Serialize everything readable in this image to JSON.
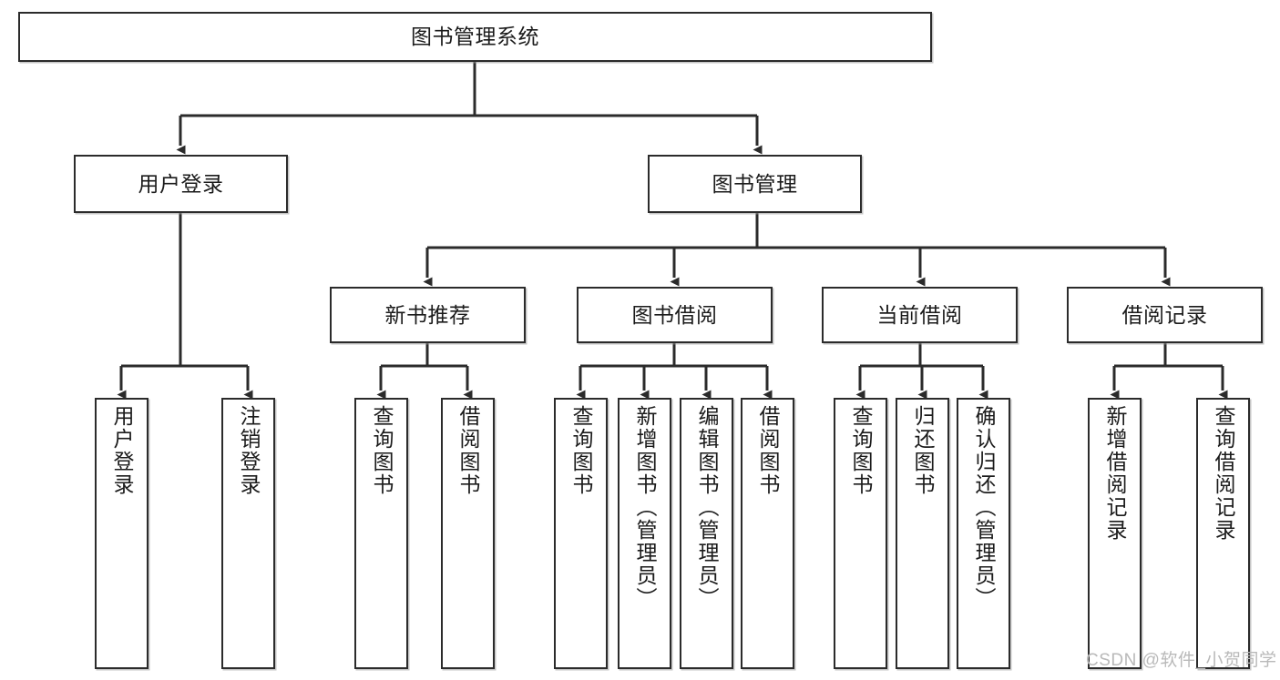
{
  "diagram": {
    "type": "tree-hierarchy",
    "title": "图书管理系统",
    "watermark": "CSDN @软件_小贺同学",
    "colors": {
      "border": "#2b2b2b",
      "background": "#ffffff",
      "text": "#1b1b1b",
      "watermark": "#b9b9b9"
    },
    "levels": {
      "root": {
        "label": "图书管理系统"
      },
      "level2": [
        {
          "label": "用户登录"
        },
        {
          "label": "图书管理"
        }
      ],
      "level3": [
        {
          "label": "新书推荐"
        },
        {
          "label": "图书借阅"
        },
        {
          "label": "当前借阅"
        },
        {
          "label": "借阅记录"
        }
      ],
      "leaves": [
        {
          "label": "用户登录",
          "parent": "用户登录"
        },
        {
          "label": "注销登录",
          "parent": "用户登录"
        },
        {
          "label": "查询图书",
          "parent": "新书推荐"
        },
        {
          "label": "借阅图书",
          "parent": "新书推荐"
        },
        {
          "label": "查询图书",
          "parent": "图书借阅"
        },
        {
          "label": "新增图书（管理员）",
          "parent": "图书借阅"
        },
        {
          "label": "编辑图书（管理员）",
          "parent": "图书借阅"
        },
        {
          "label": "借阅图书",
          "parent": "图书借阅"
        },
        {
          "label": "查询图书",
          "parent": "当前借阅"
        },
        {
          "label": "归还图书",
          "parent": "当前借阅"
        },
        {
          "label": "确认归还（管理员）",
          "parent": "当前借阅"
        },
        {
          "label": "新增借阅记录",
          "parent": "借阅记录"
        },
        {
          "label": "查询借阅记录",
          "parent": "借阅记录"
        }
      ]
    }
  }
}
